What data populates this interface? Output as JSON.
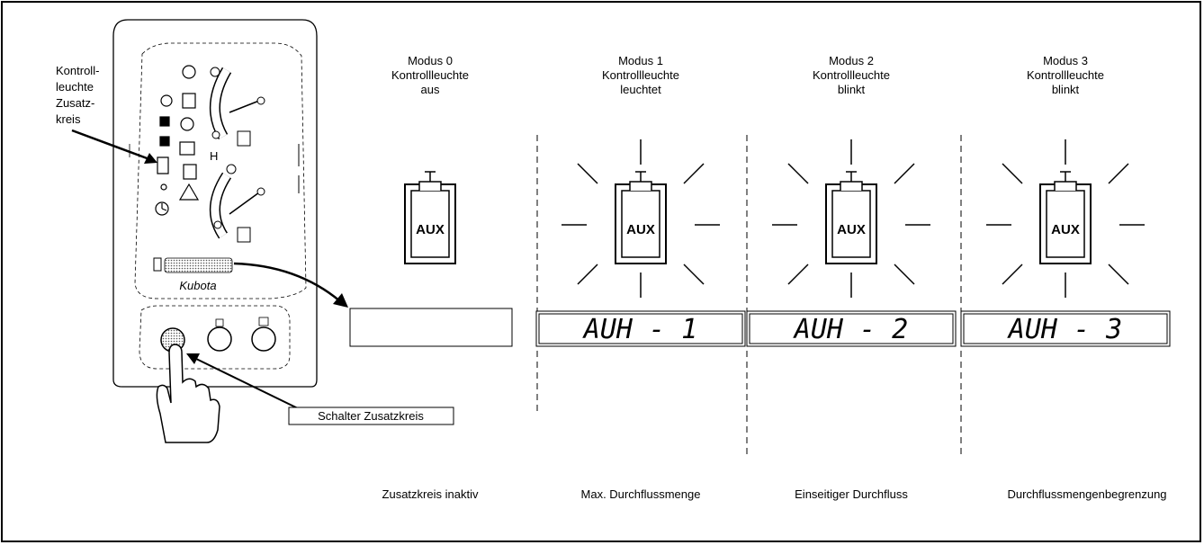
{
  "callouts": {
    "indicator_label": [
      "Kontroll-",
      "leuchte",
      "Zusatz-",
      "kreis"
    ],
    "switch_label": "Schalter Zusatzkreis"
  },
  "panel": {
    "brand": "Kubota"
  },
  "modes": [
    {
      "title": [
        "Modus 0",
        "Kontrollleuchte",
        "aus"
      ],
      "display": "",
      "lit": false,
      "description": "Zusatzkreis inaktiv"
    },
    {
      "title": [
        "Modus 1",
        "Kontrollleuchte",
        "leuchtet"
      ],
      "display": "AUH - 1",
      "lit": true,
      "description": "Max. Durchflussmenge"
    },
    {
      "title": [
        "Modus 2",
        "Kontrollleuchte",
        "blinkt"
      ],
      "display": "AUH - 2",
      "lit": true,
      "description": "Einseitiger Durchfluss"
    },
    {
      "title": [
        "Modus 3",
        "Kontrollleuchte",
        "blinkt"
      ],
      "display": "AUH - 3",
      "lit": true,
      "description": "Durchflussmengenbegrenzung"
    }
  ],
  "aux_symbol_text": "AUX"
}
